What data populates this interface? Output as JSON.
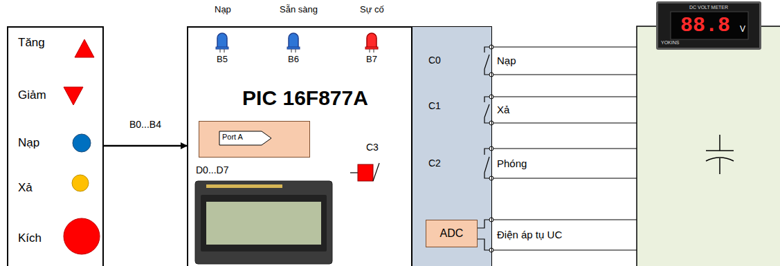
{
  "diagram": {
    "nodes": [
      {
        "text": [
          "Tăng",
          "Giảm",
          "Nạp",
          "Xả",
          "Kích"
        ]
      },
      {
        "text": [
          "PIC 16F877A"
        ]
      },
      {
        "text": [
          "Port A"
        ],
        "in": 1
      },
      {
        "text": [
          "C0",
          "C1",
          "C2"
        ]
      },
      {
        "text": [
          "ADC"
        ],
        "in": 3
      },
      {
        "text": [
          "DC VOLT METER",
          "88.8",
          "V",
          "YOKINS"
        ]
      }
    ],
    "edges": [
      {
        "from": 0,
        "to": 1,
        "arrow": "to",
        "label": "B0...B4"
      }
    ],
    "labels": [
      "Nạp",
      "Sẵn sàng",
      "Sự cố",
      "B5",
      "B6",
      "B7",
      "D0...D7",
      "C3",
      "Nạp",
      "Xả",
      "Phóng",
      "Điện áp tụ UC"
    ]
  }
}
